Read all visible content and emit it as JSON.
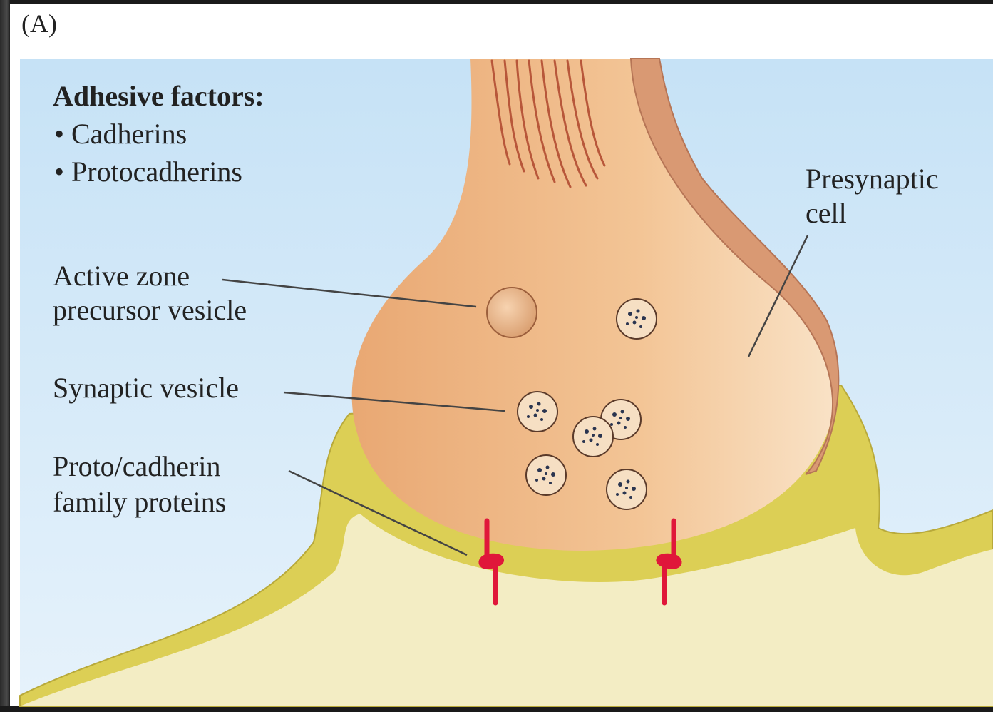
{
  "panel_label": "(A)",
  "adhesive": {
    "heading": "Adhesive factors:",
    "items": [
      "• Cadherins",
      "• Protocadherins"
    ]
  },
  "labels": {
    "presynaptic_line1": "Presynaptic",
    "presynaptic_line2": "cell",
    "active_zone_line1": "Active zone",
    "active_zone_line2": "precursor vesicle",
    "synaptic_vesicle": "Synaptic vesicle",
    "proto_line1": "Proto/cadherin",
    "proto_line2": "family proteins"
  },
  "colors": {
    "background_sky": "#cfe6f7",
    "presynaptic_fill": "#efb985",
    "postsynaptic_membrane": "#dccf55",
    "postsynaptic_fill": "#f3edc4",
    "cadherin_red": "#e0173a"
  }
}
